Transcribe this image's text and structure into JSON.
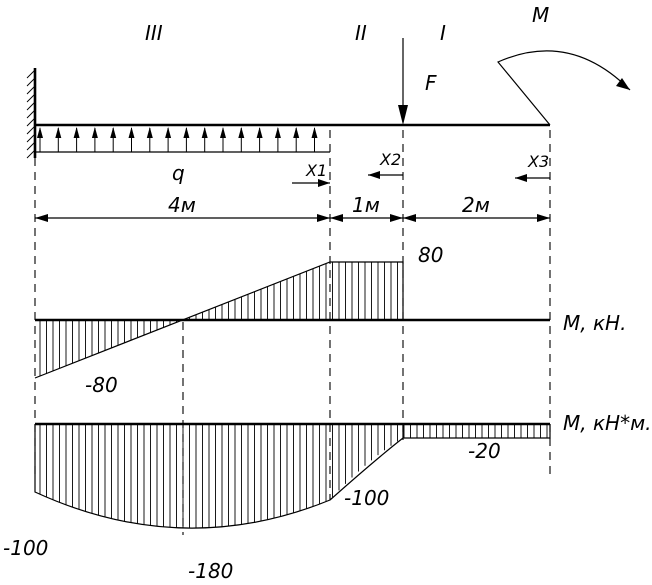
{
  "sections": {
    "s3": "III",
    "s2": "II",
    "s1": "I"
  },
  "loads": {
    "moment": "M",
    "force": "F",
    "distributed": "q"
  },
  "coords": {
    "x1": "X1",
    "x2": "X2",
    "x3": "X3"
  },
  "lengths": {
    "l1": "4м",
    "l2": "1м",
    "l3": "2м"
  },
  "shear_diagram": {
    "axis_label": "M, кН.",
    "value_top": "80",
    "value_bottom": "-80"
  },
  "moment_diagram": {
    "axis_label": "M, кН*м.",
    "value_right": "-20",
    "value_mid": "-100",
    "value_left": "-100",
    "value_min": "-180"
  }
}
